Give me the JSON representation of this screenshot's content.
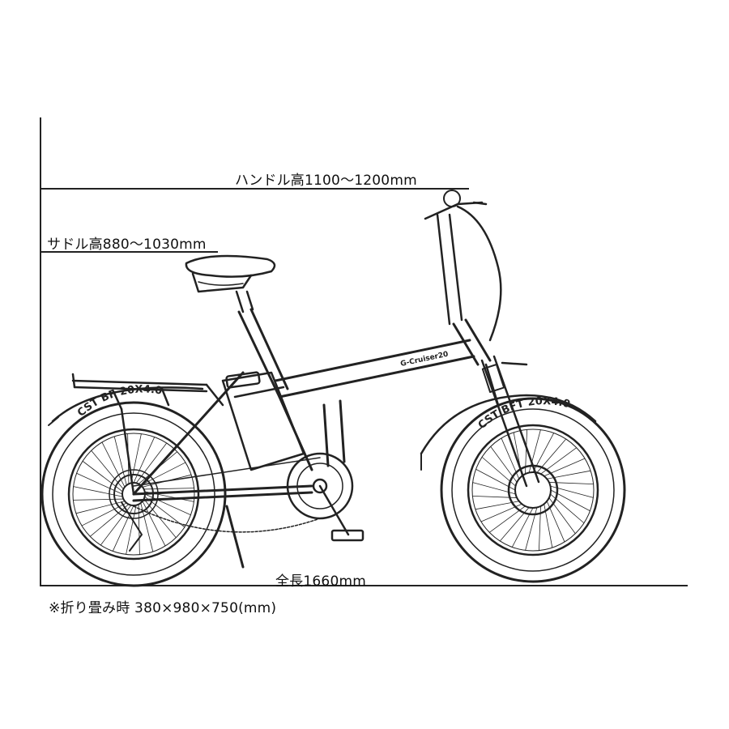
{
  "dimensions": {
    "handlebar_height": "ハンドル高1100～1200mm",
    "saddle_height": "サドル高880～1030mm",
    "total_length": "全長1660mm"
  },
  "folded_note": "※折り畳み時 380×980×750(mm)",
  "bike": {
    "tire_text_rear": "CST BF 20X4.0",
    "tire_text_front": "CST BFT 20X4.0",
    "frame_text": "G-Cruiser20"
  },
  "colors": {
    "line": "#222222",
    "background": "#ffffff"
  }
}
